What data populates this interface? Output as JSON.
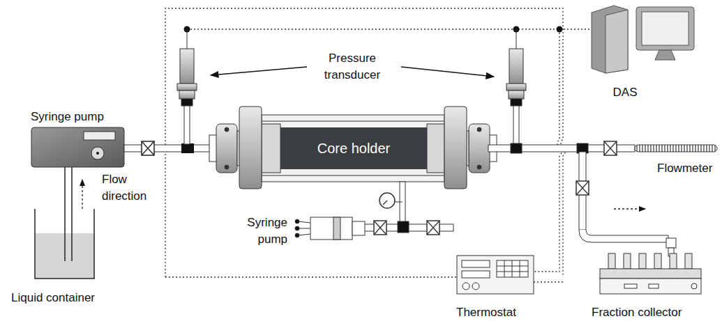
{
  "diagram": {
    "nodes": [
      {
        "text": [
          "Core holder"
        ]
      }
    ],
    "labels": [
      "Pressure transducer",
      "DAS",
      "Syringe pump",
      "Flow direction",
      "Liquid container",
      "Syringe pump",
      "Thermostat",
      "Flowmeter",
      "Fraction collector"
    ]
  }
}
